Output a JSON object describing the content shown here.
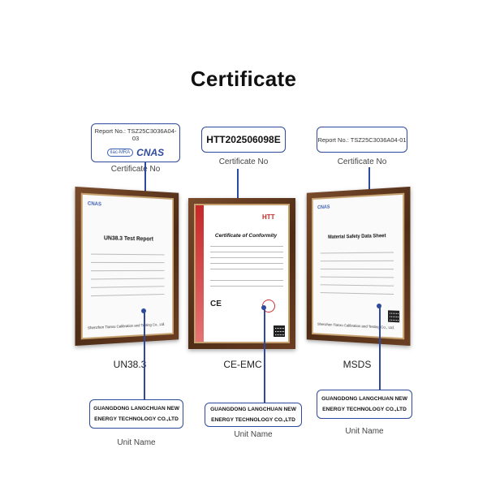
{
  "title": "Certificate",
  "callouts": {
    "left_report": "Report No.: TSZ25C3036A04-03",
    "center_number": "HTT202506098E",
    "right_report": "Report No.: TSZ25C3036A04-01",
    "caption_certificate_no": "Certificate No"
  },
  "certificates": [
    {
      "label": "UN38.3",
      "heading": "UN38.3 Test Report",
      "lab": "Shenzhen Tianxu Calibration and Testing Co., Ltd."
    },
    {
      "label": "CE-EMC",
      "heading": "Certificate of Conformity",
      "lab": "HTT"
    },
    {
      "label": "MSDS",
      "heading": "Material Safety Data Sheet",
      "lab": "Shenzhen Tianxu Calibration and Testing Co., Ltd."
    }
  ],
  "unit": {
    "name": "GUANGDONG LANGCHUAN NEW ENERGY TECHNOLOGY CO.,LTD",
    "caption": "Unit Name"
  },
  "logos": {
    "cnas": "CNAS",
    "mra": "ilac-MRA",
    "htt": "HTT"
  },
  "colors": {
    "accent": "#2f4a9c",
    "frame": "#5a341b"
  }
}
